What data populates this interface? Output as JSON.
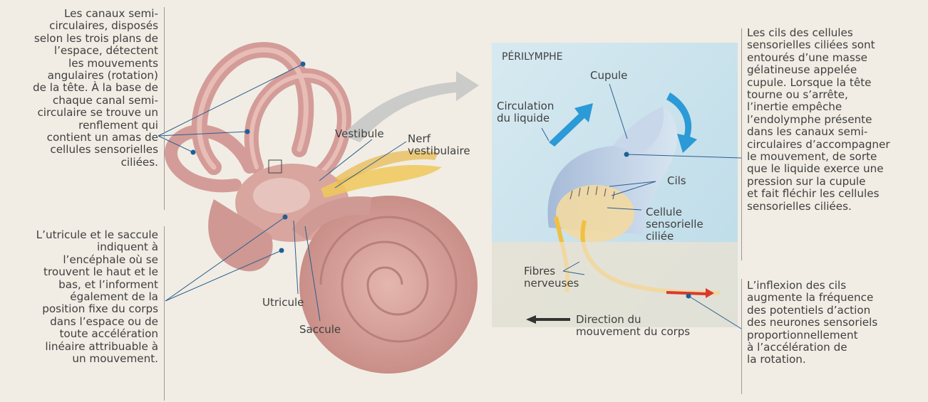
{
  "left_notes": {
    "canals": [
      "Les canaux semi-",
      "circulaires, disposés",
      "selon les trois plans de",
      "l’espace, détectent",
      "les mouvements",
      "angulaires (rotation)",
      "de la tête. À la base de",
      "chaque canal semi-",
      "circulaire se trouve un",
      "renflement qui",
      "contient un amas de",
      "cellules sensorielles",
      "ciliées."
    ],
    "utricle_saccule": [
      "L’utricule et le saccule",
      "indiquent à",
      "l’encéphale où se",
      "trouvent le haut et le",
      "bas, et l’informent",
      "également de la",
      "position fixe du corps",
      "dans l’espace ou de",
      "toute accélération",
      "linéaire attribuable à",
      "un mouvement."
    ]
  },
  "ear_labels": {
    "vestibule": "Vestibule",
    "nerve": [
      "Nerf",
      "vestibulaire"
    ],
    "utricle": "Utricule",
    "saccule": "Saccule"
  },
  "detail_labels": {
    "perilymph": "PÉRILYMPHE",
    "cupula": "Cupule",
    "circulation": [
      "Circulation",
      "du liquide"
    ],
    "cilia": "Cils",
    "hair_cell": [
      "Cellule",
      "sensorielle",
      "ciliée"
    ],
    "fibres": [
      "Fibres",
      "nerveuses"
    ],
    "direction": [
      "Direction du",
      "mouvement du corps"
    ]
  },
  "right_notes": {
    "cilia_text": [
      "Les cils des cellules",
      "sensorielles ciliées sont",
      "entourés d’une masse",
      "gélatineuse appelée",
      "cupule. Lorsque la tête",
      "tourne ou s’arrête,",
      "l’inertie empêche",
      "l’endolymphe présente",
      "dans les canaux semi-",
      "circulaires d’accompagner",
      "le mouvement, de sorte",
      "que le liquide exerce une",
      "pression sur la cupule",
      "et fait fléchir les cellules",
      "sensorielles ciliées."
    ],
    "inflexion_text": [
      "L’inflexion des cils",
      "augmente la fréquence",
      "des potentiels d’action",
      "des neurones sensoriels",
      "proportionnellement",
      "à l’accélération de",
      "la rotation."
    ]
  },
  "colors": {
    "background": "#f1ede4",
    "ear_pink": "#d9a3a0",
    "fluid_blue": "#bfe0ef",
    "arrow_blue": "#2b9ad6",
    "nerve_yellow": "#f2c94c",
    "leader_blue": "#1f5f95"
  }
}
